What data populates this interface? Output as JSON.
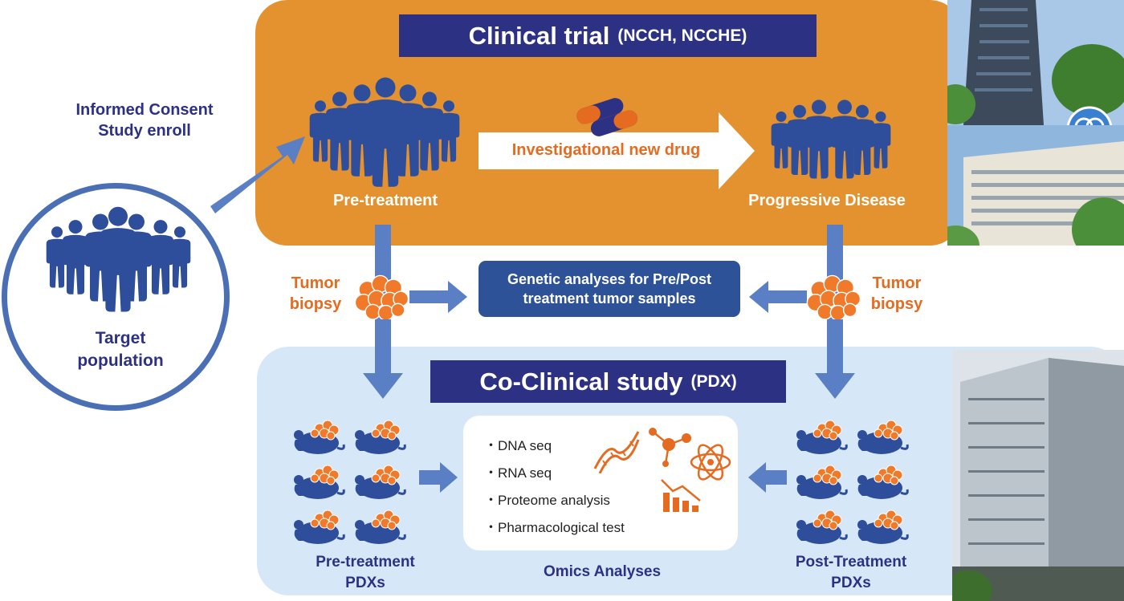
{
  "clinical_trial": {
    "title_main": "Clinical trial",
    "title_sub": "(NCCH, NCCHE)",
    "pre_treatment_label": "Pre-treatment",
    "progressive_label": "Progressive Disease",
    "drug_label": "Investigational new drug"
  },
  "left": {
    "consent_line1": "Informed Consent",
    "consent_line2": "Study enroll",
    "target_line1": "Target",
    "target_line2": "population"
  },
  "middle": {
    "tumor_biopsy_left_1": "Tumor",
    "tumor_biopsy_left_2": "biopsy",
    "tumor_biopsy_right_1": "Tumor",
    "tumor_biopsy_right_2": "biopsy",
    "genetic_line1": "Genetic analyses for Pre/Post",
    "genetic_line2": "treatment tumor samples"
  },
  "co_clinical": {
    "title_main": "Co-Clinical study",
    "title_sub": "(PDX)",
    "omics_items": [
      "・DNA seq",
      "・RNA seq",
      "・Proteome analysis",
      "・Pharmacological test"
    ],
    "pre_pdx_line1": "Pre-treatment",
    "pre_pdx_line2": "PDXs",
    "omics_label": "Omics Analyses",
    "post_pdx_line1": "Post-Treatment",
    "post_pdx_line2": "PDXs"
  },
  "colors": {
    "orange_panel": "#E4922F",
    "navy": "#2D3183",
    "blue_people": "#2E4E9C",
    "light_blue_panel": "#D6E8F8",
    "accent_orange": "#E56B20",
    "arrow_blue": "#5A7FC4"
  }
}
